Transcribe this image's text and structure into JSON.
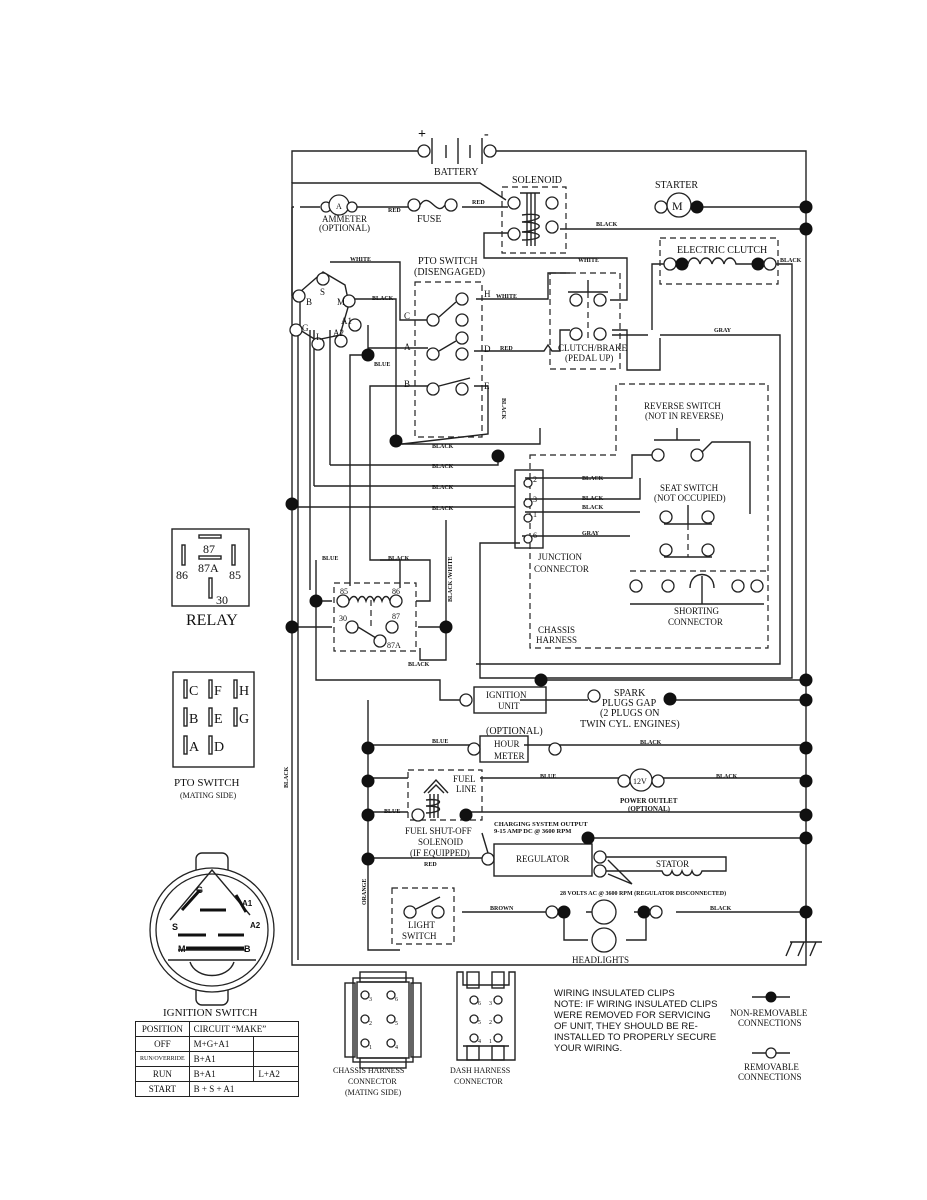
{
  "diagram": {
    "title": "Lawn Tractor Wiring Schematic",
    "components": {
      "battery": {
        "label": "BATTERY",
        "plus": "+",
        "minus": "-"
      },
      "solenoid": {
        "label": "SOLENOID"
      },
      "starter": {
        "label": "STARTER",
        "symbol": "M"
      },
      "ammeter": {
        "label": "AMMETER",
        "sub": "(OPTIONAL)",
        "symbol": "A"
      },
      "fuse": {
        "label": "FUSE"
      },
      "electric_clutch": {
        "label": "ELECTRIC CLUTCH"
      },
      "pto_switch": {
        "label": "PTO SWITCH",
        "sub": "(DISENGAGED)",
        "terminals": [
          "C",
          "A",
          "B",
          "H",
          "D",
          "E"
        ]
      },
      "ignition_terminals": [
        "S",
        "B",
        "M",
        "A1",
        "G",
        "L",
        "A2"
      ],
      "clutch_brake": {
        "label": "CLUTCH/BRAKE",
        "sub": "(PEDAL UP)"
      },
      "reverse_switch": {
        "label": "REVERSE SWITCH",
        "sub": "(NOT IN REVERSE)"
      },
      "seat_switch": {
        "label": "SEAT SWITCH",
        "sub": "(NOT OCCUPIED)"
      },
      "junction_connector": {
        "label": "JUNCTION",
        "sub": "CONNECTOR",
        "pins": [
          "2",
          "3",
          "1",
          "6"
        ]
      },
      "shorting_connector": {
        "label": "SHORTING",
        "sub": "CONNECTOR"
      },
      "chassis_harness": {
        "label": "CHASSIS",
        "sub": "HARNESS"
      },
      "relay_block": {
        "pins": [
          "85",
          "86",
          "30",
          "87",
          "87A"
        ]
      },
      "ignition_unit": {
        "label": "IGNITION",
        "sub": "UNIT"
      },
      "spark_plugs": {
        "lines": [
          "SPARK",
          "PLUGS GAP",
          "(2 PLUGS ON",
          "TWIN CYL. ENGINES)"
        ]
      },
      "hour_meter": {
        "label": "HOUR",
        "sub": "METER",
        "note": "(OPTIONAL)"
      },
      "power_outlet": {
        "label": "POWER OUTLET",
        "sub": "(OPTIONAL)",
        "symbol": "12V"
      },
      "fuel_solenoid": {
        "lines": [
          "FUEL SHUT-OFF",
          "SOLENOID",
          "(IF EQUIPPED)"
        ],
        "fuel_line": [
          "FUEL",
          "LINE"
        ]
      },
      "charging_output": {
        "lines": [
          "CHARGING SYSTEM OUTPUT",
          "9-15 AMP DC @ 3600 RPM"
        ]
      },
      "regulator": {
        "label": "REGULATOR"
      },
      "stator": {
        "label": "STATOR",
        "note": "28 VOLTS AC @ 3600 RPM (REGULATOR DISCONNECTED)"
      },
      "light_switch": {
        "label": "LIGHT",
        "sub": "SWITCH"
      },
      "headlights": {
        "label": "HEADLIGHTS"
      }
    },
    "wire_colors": {
      "red": "RED",
      "white": "WHITE",
      "black": "BLACK",
      "blue": "BLUE",
      "gray": "GRAY",
      "brown": "BROWN",
      "orange": "ORANGE",
      "black_white": "BLACK /WHITE"
    }
  },
  "relay": {
    "title": "RELAY",
    "pins": {
      "p87": "87",
      "p87a": "87A",
      "p86": "86",
      "p85": "85",
      "p30": "30"
    }
  },
  "pto_mating": {
    "title": "PTO SWITCH",
    "sub": "(MATING SIDE)",
    "pins": [
      "C",
      "F",
      "H",
      "B",
      "E",
      "G",
      "A",
      "D"
    ]
  },
  "ignition_switch": {
    "title": "IGNITION SWITCH",
    "face_labels": [
      "G",
      "A1",
      "A2",
      "S",
      "M",
      "B"
    ],
    "table": {
      "headers": [
        "POSITION",
        "CIRCUIT “MAKE”"
      ],
      "rows": [
        {
          "position": "OFF",
          "circuit": "M+G+A1",
          "extra": ""
        },
        {
          "position": "RUN/OVERRIDE",
          "circuit": "B+A1",
          "extra": ""
        },
        {
          "position": "RUN",
          "circuit": "B+A1",
          "extra": "L+A2"
        },
        {
          "position": "START",
          "circuit": "B + S + A1",
          "extra": ""
        }
      ]
    }
  },
  "chassis_connector": {
    "lines": [
      "CHASSIS HARNESS",
      "CONNECTOR",
      "(MATING SIDE)"
    ],
    "pins": [
      "3",
      "6",
      "2",
      "5",
      "1",
      "4"
    ]
  },
  "dash_connector": {
    "lines": [
      "DASH HARNESS",
      "CONNECTOR"
    ],
    "pins": [
      "6",
      "3",
      "5",
      "2",
      "4",
      "1"
    ]
  },
  "note": {
    "title": "WIRING INSULATED CLIPS",
    "body": "NOTE:  IF WIRING INSULATED CLIPS WERE REMOVED FOR SERVICING OF UNIT, THEY SHOULD BE RE-INSTALLED TO PROPERLY SECURE YOUR WIRING."
  },
  "legend": {
    "non_removable": [
      "NON-REMOVABLE",
      "CONNECTIONS"
    ],
    "removable": [
      "REMOVABLE",
      "CONNECTIONS"
    ]
  }
}
